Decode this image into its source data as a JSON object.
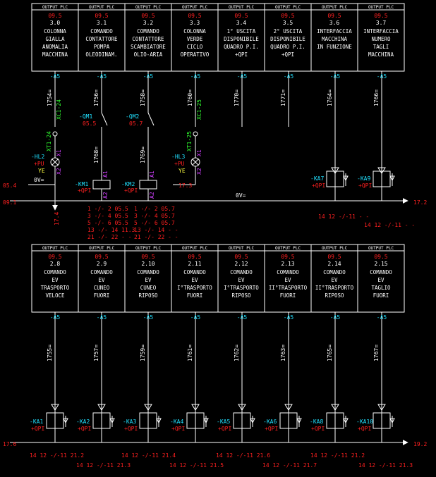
{
  "header_label": "OUTPUT PLC",
  "bottom_coil_label": "+QPI",
  "blocks": [
    {
      "cells": [
        {
          "ref": "09.5",
          "id": "3.0",
          "lines": [
            "COLONNA",
            "GIALLA",
            "ANOMALIA",
            "MACCHINA"
          ]
        },
        {
          "ref": "09.5",
          "id": "3.1",
          "lines": [
            "COMANDO",
            "CONTATTORE",
            "POMPA",
            "OLEODINAM."
          ]
        },
        {
          "ref": "09.5",
          "id": "3.2",
          "lines": [
            "COMANDO",
            "CONTATTORE",
            "SCAMBIATORE",
            "OLIO-ARIA"
          ]
        },
        {
          "ref": "09.5",
          "id": "3.3",
          "lines": [
            "COLONNA",
            "VERDE",
            "CICLO",
            "OPERATIVO"
          ]
        },
        {
          "ref": "09.5",
          "id": "3.4",
          "lines": [
            "1° USCITA",
            "DISPONIBILE",
            "QUADRO P.I.",
            "+QPI"
          ]
        },
        {
          "ref": "09.5",
          "id": "3.5",
          "lines": [
            "2° USCITA",
            "DISPONIBILE",
            "QUADRO P.I.",
            "+QPI"
          ]
        },
        {
          "ref": "09.5",
          "id": "3.6",
          "lines": [
            "INTERFACCIA",
            "MACCHINA",
            "IN FUNZIONE",
            ""
          ]
        },
        {
          "ref": "09.5",
          "id": "3.7",
          "lines": [
            "INTERFACCIA",
            "NUMERO",
            "TAGLI",
            "MACCHINA"
          ]
        }
      ],
      "terminal": "-A5",
      "wires": [
        "1754=",
        "1756=",
        "1758=",
        "1760=",
        "1770=",
        "1771=",
        "1764=",
        "1766="
      ]
    },
    {
      "cells": [
        {
          "ref": "09.5",
          "id": "2.8",
          "lines": [
            "COMANDO",
            "EV",
            "TRASPORTO",
            "VELOCE"
          ]
        },
        {
          "ref": "09.5",
          "id": "2.9",
          "lines": [
            "COMANDO",
            "EV",
            "CUNEO",
            "FUORI"
          ]
        },
        {
          "ref": "09.5",
          "id": "2.10",
          "lines": [
            "COMANDO",
            "EV",
            "CUNEO",
            "RIPOSO"
          ]
        },
        {
          "ref": "09.5",
          "id": "2.11",
          "lines": [
            "COMANDO",
            "EV",
            "I°TRASPORTO",
            "FUORI"
          ]
        },
        {
          "ref": "09.5",
          "id": "2.12",
          "lines": [
            "COMANDO",
            "EV",
            "I°TRASPORTO",
            "RIPOSO"
          ]
        },
        {
          "ref": "09.5",
          "id": "2.13",
          "lines": [
            "COMANDO",
            "EV",
            "II°TRASPORTO",
            "FUORI"
          ]
        },
        {
          "ref": "09.5",
          "id": "2.14",
          "lines": [
            "COMANDO",
            "EV",
            "II°TRASPORTO",
            "RIPOSO"
          ]
        },
        {
          "ref": "09.5",
          "id": "2.15",
          "lines": [
            "COMANDO",
            "EV",
            "TAGLIO",
            "FUORI"
          ]
        }
      ],
      "terminal": "-A5",
      "wires": [
        "1755=",
        "1757=",
        "1759=",
        "1761=",
        "1762=",
        "1763=",
        "1765=",
        "1767="
      ],
      "relays": [
        "-KA1",
        "-KA2",
        "-KA3",
        "-KA4",
        "-KA5",
        "-KA6",
        "-KA8",
        "-KA10"
      ]
    }
  ],
  "top_circuit": {
    "lamps": [
      {
        "connector": "XC1-24",
        "terminal": "XT1-24",
        "tag": "-HL2",
        "loc": "+PU",
        "color": "YE",
        "x1": "X1",
        "x2": "X2"
      },
      {
        "connector": "XC1-25",
        "terminal": "XT1-25",
        "tag": "-HL3",
        "loc": "+PU",
        "color": "YE",
        "x1": "X1",
        "x2": "X2"
      }
    ],
    "breakers": [
      {
        "tag": "-QM1",
        "ref": "05.5"
      },
      {
        "tag": "-QM2",
        "ref": "05.7"
      }
    ],
    "wires_below": [
      "1768=",
      "1769="
    ],
    "contactors": [
      {
        "tag": "-KM1",
        "loc": "+QPI",
        "a1": "A1",
        "a2": "A2"
      },
      {
        "tag": "-KM2",
        "loc": "+QPI",
        "a1": "A1",
        "a2": "A2"
      }
    ],
    "relays": [
      {
        "tag": "-KA7",
        "loc": "+QPI"
      },
      {
        "tag": "-KA9",
        "loc": "+QPI"
      }
    ],
    "bus_0v_label": "0V=",
    "bus_0v_mid_label": "0V=",
    "ref_left_top": "05.4",
    "ref_right_top": "17.3",
    "ref_left_bus": "09.1",
    "ref_right_bus": "17.2",
    "ref_down": "17.4",
    "km1_contacts": [
      "1 -/- 2   05.5",
      "3 -/- 4   05.5",
      "5 -/- 6   05.5",
      "13 -/- 14  11.3",
      "21 -/- 22  -  -"
    ],
    "km2_contacts": [
      "1 -/- 2   05.7",
      "3 -/- 4   05.7",
      "5 -/- 6   05.7",
      "13 -/- 14  -  -",
      "21 -/- 22  -  -"
    ],
    "ka7_contact": "14 12  -/-11  -  -",
    "ka9_contact": "14 12  -/-11  -  -"
  },
  "bottom_circuit": {
    "ref_left_bus": "17.6",
    "ref_right_bus": "19.2",
    "contacts_row1": [
      "14 12  -/-11  21.2",
      "14 12  -/-11  21.4",
      "14 12  -/-11  21.6",
      "14 12  -/-11  21.2"
    ],
    "contacts_row2": [
      "14 12  -/-11  21.3",
      "14 12  -/-11  21.5",
      "14 12  -/-11  21.7",
      "14 12  -/-11  21.3"
    ]
  },
  "colors": {
    "background": "#000000",
    "line": "#ffffff",
    "ref_red": "#ff2020",
    "tag_cyan": "#20e0ff",
    "magenta": "#d040ff",
    "yellow": "#ffff40",
    "green": "#30ff30"
  }
}
